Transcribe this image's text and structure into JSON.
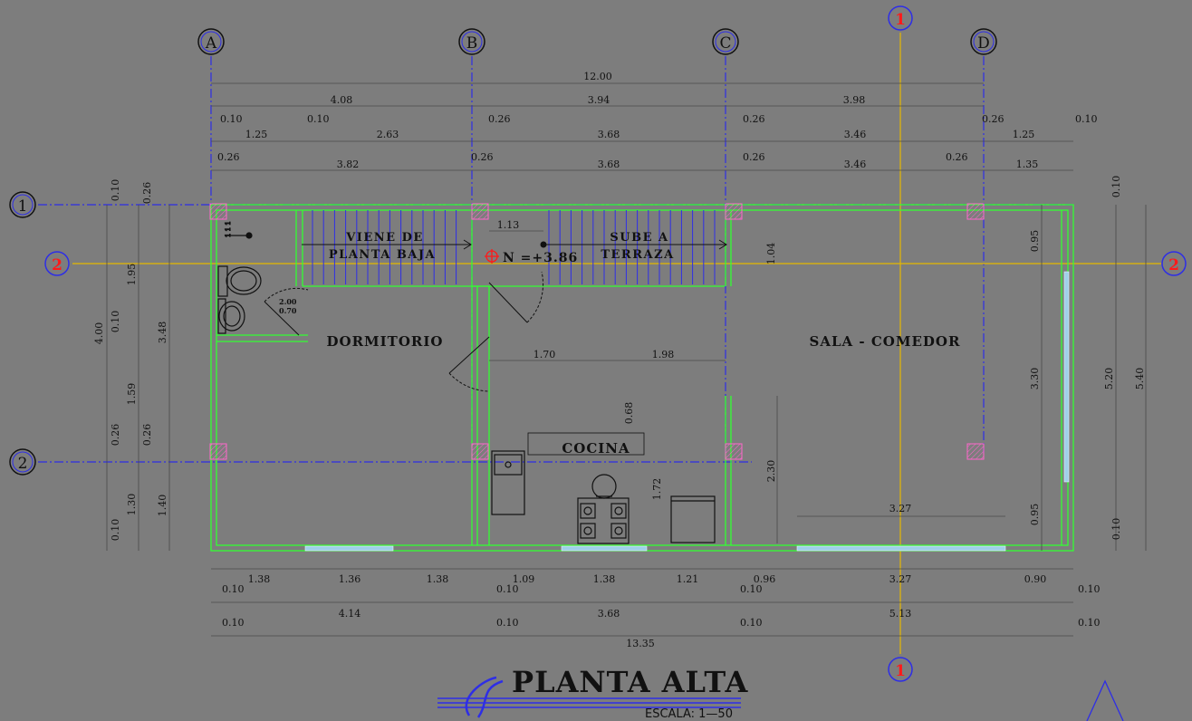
{
  "title": "PLANTA ALTA",
  "scale": "ESCALA: 1—50",
  "axes": {
    "columns": [
      "A",
      "B",
      "C",
      "D"
    ],
    "rows": [
      "1",
      "2"
    ],
    "secondary": [
      "1",
      "2"
    ]
  },
  "rooms": {
    "dormitorio": "DORMITORIO",
    "sala": "SALA - COMEDOR",
    "cocina": "COCINA"
  },
  "stairs": {
    "down_line1": "VIENE DE",
    "down_line2": "PLANTA BAJA",
    "up_line1": "SUBE A",
    "up_line2": "TERRAZA"
  },
  "level": "N =+3.86",
  "door_label_1": "2.00",
  "door_label_2": "0.70",
  "toilet_label": "1 1 1",
  "top_dims": {
    "overall": "12.00",
    "row2": [
      "4.08",
      "3.94",
      "3.98"
    ],
    "row3a": [
      "0.10",
      "0.10",
      "0.26",
      "0.26",
      "0.26",
      "0.10"
    ],
    "row3b": [
      "1.25",
      "2.63",
      "3.68",
      "3.46",
      "1.25"
    ],
    "row4a": [
      "0.26",
      "0.26",
      "0.26",
      "0.26"
    ],
    "row4b": [
      "3.82",
      "3.68",
      "3.46",
      "1.35"
    ]
  },
  "bottom_dims": {
    "row1": [
      "1.38",
      "1.36",
      "1.38",
      "1.09",
      "1.38",
      "1.21",
      "0.96",
      "3.27",
      "0.90"
    ],
    "row1_small": [
      "0.10",
      "0.10",
      "0.10",
      "0.10"
    ],
    "row2": [
      "4.14",
      "3.68",
      "5.13"
    ],
    "row2_small": [
      "0.10",
      "0.10",
      "0.10",
      "0.10"
    ],
    "overall": "13.35"
  },
  "left_dims": {
    "outer": "4.00",
    "v1": [
      "0.10",
      "1.95",
      "0.10",
      "1.59",
      "0.26",
      "1.30",
      "0.10"
    ],
    "v2": [
      "0.26",
      "3.48",
      "0.26",
      "1.40"
    ]
  },
  "right_dims": {
    "inner": [
      "0.95",
      "3.30",
      "0.95"
    ],
    "mid": "5.20",
    "outer": "5.40",
    "small": [
      "0.10",
      "0.10"
    ]
  },
  "interior_dims": {
    "d113": "1.13",
    "d104": "1.04",
    "d170": "1.70",
    "d198": "1.98",
    "d068": "0.68",
    "d172": "1.72",
    "d230": "2.30",
    "d327": "3.27"
  }
}
